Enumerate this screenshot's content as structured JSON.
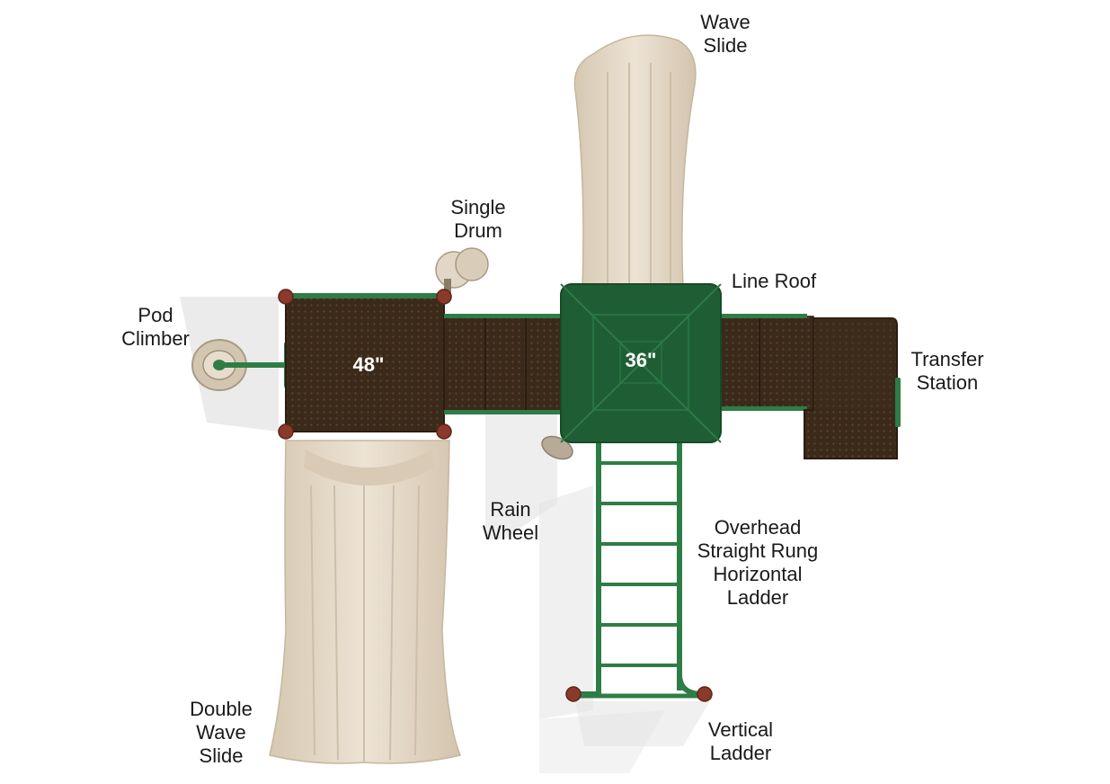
{
  "labels": {
    "wave_slide": [
      "Wave",
      "Slide"
    ],
    "single_drum": [
      "Single",
      "Drum"
    ],
    "line_roof": [
      "Line Roof"
    ],
    "pod_climber": [
      "Pod",
      "Climber"
    ],
    "transfer_station": [
      "Transfer",
      "Station"
    ],
    "rain_wheel": [
      "Rain",
      "Wheel"
    ],
    "horizontal_ladder": [
      "Overhead",
      "Straight Rung",
      "Horizontal",
      "Ladder"
    ],
    "double_wave_slide": [
      "Double",
      "Wave",
      "Slide"
    ],
    "vertical_ladder": [
      "Vertical",
      "Ladder"
    ]
  },
  "deck_heights": {
    "left_deck": "48\"",
    "roof_deck": "36\""
  },
  "colors": {
    "deck": "#3b2a1a",
    "deck_dark": "#2a1d11",
    "roof": "#1f5e34",
    "roof_light": "#2d7a45",
    "rail": "#2e7d46",
    "slide": "#e4d8c6",
    "slide_shade": "#cbbba3",
    "post_cap": "#8a3a2a",
    "shadow": "#d9d9d9"
  }
}
